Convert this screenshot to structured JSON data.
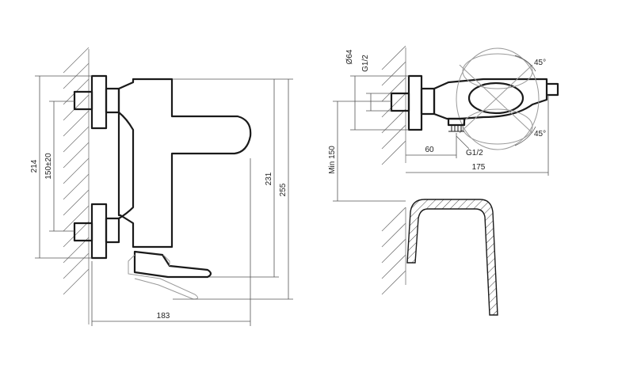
{
  "front_view": {
    "dim_width": "183",
    "dim_height_total": "255",
    "dim_height_spout": "231",
    "dim_inlet_upper": "214",
    "dim_inlet_spacing": "150±20"
  },
  "side_view": {
    "dim_diameter": "Ø64",
    "dim_thread_top": "G1/2",
    "dim_angle_top": "45°",
    "dim_angle_bottom": "45°",
    "dim_min_height": "Min 150",
    "dim_outlet_offset": "60",
    "dim_outlet_thread": "G1/2",
    "dim_depth": "175"
  }
}
